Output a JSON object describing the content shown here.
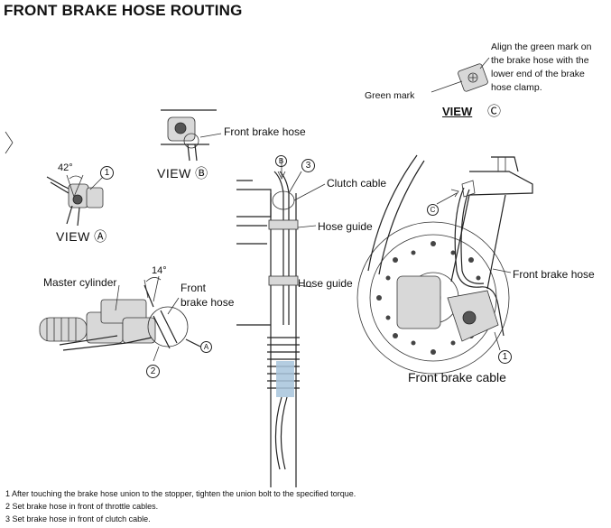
{
  "title": "FRONT BRAKE HOSE ROUTING",
  "labels": {
    "front_brake_hose_top": "Front brake hose",
    "clutch_cable": "Clutch cable",
    "hose_guide_1": "Hose guide",
    "hose_guide_2": "Hose guide",
    "master_cylinder": "Master cylinder",
    "front": "Front",
    "brake_hose": "brake hose",
    "front_brake_hose_right": "Front brake hose",
    "front_brake_cable": "Front brake cable",
    "green_mark": "Green mark",
    "align_note_lines": [
      "Align the green mark on",
      "the brake hose with the",
      "lower end of the brake",
      "hose clamp."
    ]
  },
  "views": {
    "view_a": "VIEW Ⓐ",
    "view_b": "VIEW Ⓑ",
    "view_c": "VIEW",
    "view_c_mark": "Ⓒ"
  },
  "angles": {
    "angle_42": "42°",
    "angle_14": "14°"
  },
  "callouts": {
    "c1": "1",
    "c2": "2",
    "c3": "3",
    "c1b": "1",
    "arrow_a": "A",
    "arrow_b": "B",
    "arrow_c": "C"
  },
  "notes": [
    "1 After touching the brake hose union to the stopper, tighten the union bolt to the specified torque.",
    "2 Set brake hose in front of throttle cables.",
    "3 Set brake hose in front of clutch cable."
  ],
  "colors": {
    "line": "#222222",
    "background": "#ffffff"
  }
}
